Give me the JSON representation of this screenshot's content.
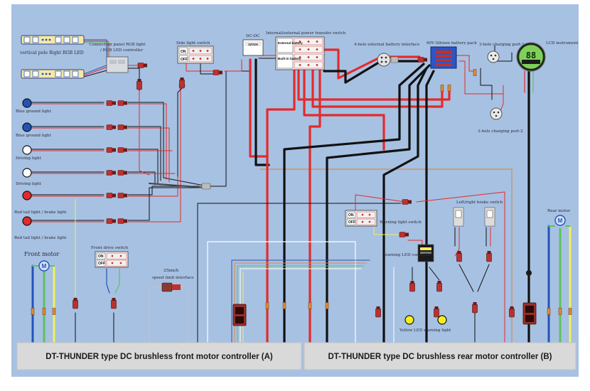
{
  "labels": {
    "vertical_pole_led": "vertical pole Right RGB LED",
    "rgb_panel_l1": "Connection panel RGB light",
    "rgb_panel_l2": "/ RGB LED controller",
    "side_light_switch": "Side light switch",
    "dcdc": "DC-DC",
    "dcdc_value": "12V3A",
    "power_transfer_switch": "Internal/external power transfer switch",
    "external_battery": "External battery",
    "built_in_battery": "Built-in battery",
    "ext_battery_interface": "4-hole external battery interface",
    "lithium_pack": "60V lithium battery pack",
    "charging_port_1": "3-hole charging port-1",
    "charging_port_2": "3-hole charging port-2",
    "lcd_instrument": "LCD instrument",
    "lcd_value": "88",
    "blue_ground_1": "Blue ground light",
    "blue_ground_2": "Blue ground light",
    "driving_light_1": "Driving light",
    "driving_light_2": "Driving light",
    "red_tail_1": "Red tail light / brake light",
    "red_tail_2": "Red tail light / brake light",
    "front_motor": "Front motor",
    "front_drive_switch": "Front drive switch",
    "speed_limit_l1": "25km/h",
    "speed_limit_l2": "speed limit interface",
    "warning_light_switch": "Warning light switch",
    "warning_led_controller": "warning LED controller",
    "lr_brake_switch": "Left/right brake switch",
    "rear_motor": "Rear motor",
    "yellow_led": "Yellow LED warning light",
    "on": "ON",
    "off": "OFF",
    "motor_symbol": "M",
    "controller_a": "DT-THUNDER type DC brushless front motor controller (A)",
    "controller_b": "DT-THUNDER type DC brushless rear motor controller (B)"
  },
  "colors": {
    "background": "#a7c1e2",
    "wire_red": "#e32b2b",
    "wire_black": "#111111",
    "wire_blue": "#2453b8",
    "wire_green": "#5cc25c",
    "wire_yellow": "#f3ef5a",
    "wire_white": "#ffffff",
    "wire_orange": "#d98a4a",
    "connector_red": "#c0302c",
    "controller_box": "#d9d9d9"
  }
}
